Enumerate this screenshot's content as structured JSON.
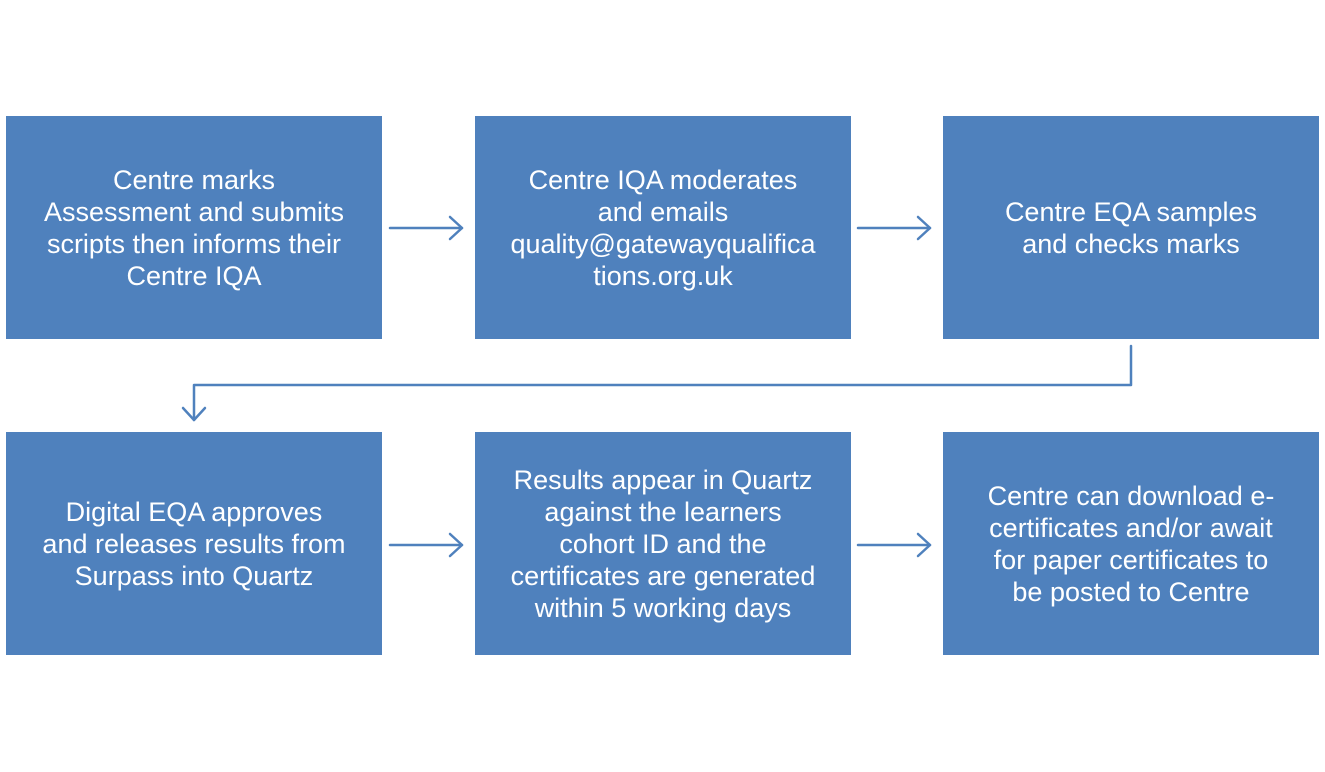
{
  "steps": [
    {
      "lines": [
        "Centre marks",
        "Assessment and submits",
        "scripts then informs their",
        "Centre IQA"
      ]
    },
    {
      "lines": [
        "Centre IQA moderates",
        "and emails",
        "quality@gatewayqualifica",
        "tions.org.uk"
      ]
    },
    {
      "lines": [
        "Centre EQA samples",
        "and checks marks"
      ]
    },
    {
      "lines": [
        "Digital EQA approves",
        "and releases results from",
        "Surpass into Quartz"
      ]
    },
    {
      "lines": [
        "Results appear in Quartz",
        "against the learners",
        "cohort ID and the",
        "certificates are generated",
        "within 5 working days"
      ]
    },
    {
      "lines": [
        "Centre can download e-",
        "certificates and/or await",
        "for paper certificates to",
        "be posted to Centre"
      ]
    }
  ],
  "colors": {
    "box_fill": "#4f81bd",
    "arrow": "#4f81bd",
    "text": "#ffffff"
  }
}
